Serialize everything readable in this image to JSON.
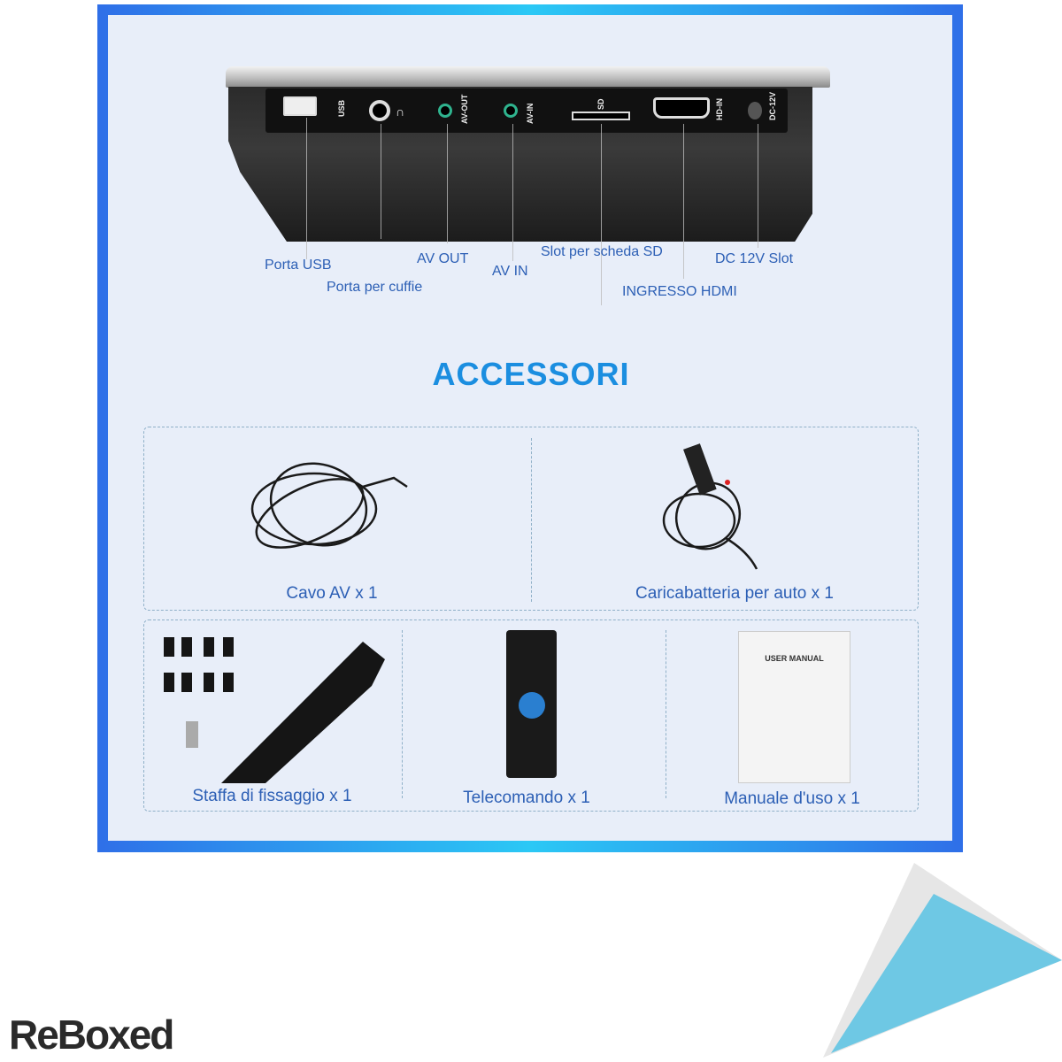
{
  "device_ports": {
    "usb": {
      "port_label": "USB",
      "caption": "Porta USB"
    },
    "headphone": {
      "caption": "Porta per cuffie"
    },
    "av_out": {
      "port_label": "AV-OUT",
      "caption": "AV OUT"
    },
    "av_in": {
      "port_label": "AV-IN",
      "caption": "AV IN"
    },
    "sd": {
      "port_label": "SD",
      "caption": "Slot per scheda SD"
    },
    "hdmi": {
      "port_label": "HD-IN",
      "caption": "INGRESSO HDMI"
    },
    "dc": {
      "port_label": "DC-12V",
      "caption": "DC 12V Slot"
    }
  },
  "accessories": {
    "title": "ACCESSORI",
    "items": [
      {
        "caption": "Cavo AV x 1"
      },
      {
        "caption": "Caricabatteria per auto x 1"
      },
      {
        "caption": "Staffa di fissaggio x 1"
      },
      {
        "caption": "Telecomando x 1"
      },
      {
        "caption": "Manuale d'uso x 1",
        "manual_title": "USER MANUAL"
      }
    ]
  },
  "brand": {
    "logo": "ReBoxed"
  },
  "colors": {
    "accent": "#1b8ee0",
    "label": "#2c5fb5",
    "frame": "#2f6fe8",
    "corner": "#6ec8e4"
  }
}
